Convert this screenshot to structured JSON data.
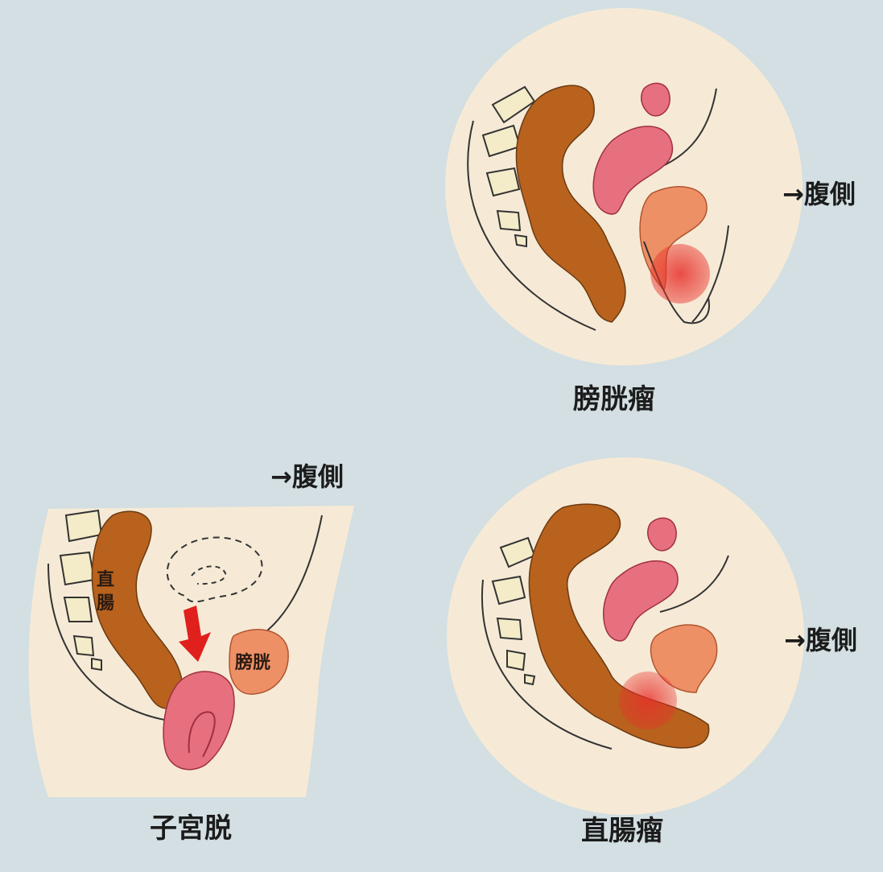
{
  "labels": {
    "cystocele": "膀胱瘤",
    "rectocele": "直腸瘤",
    "uterine_prolapse": "子宮脱",
    "ventral_top": "→腹側",
    "ventral_mid": "→腹側",
    "ventral_bottom": "→腹側",
    "rectum": "直腸",
    "bladder": "膀胱"
  },
  "colors": {
    "background": "#d3dfe2",
    "skin": "#f6ead6",
    "rectum": "#b8621e",
    "uterus": "#e6707e",
    "bladder": "#ee9066",
    "highlight": "#e8302a",
    "arrow": "#e0201c",
    "bone": "#f4ecc8"
  }
}
